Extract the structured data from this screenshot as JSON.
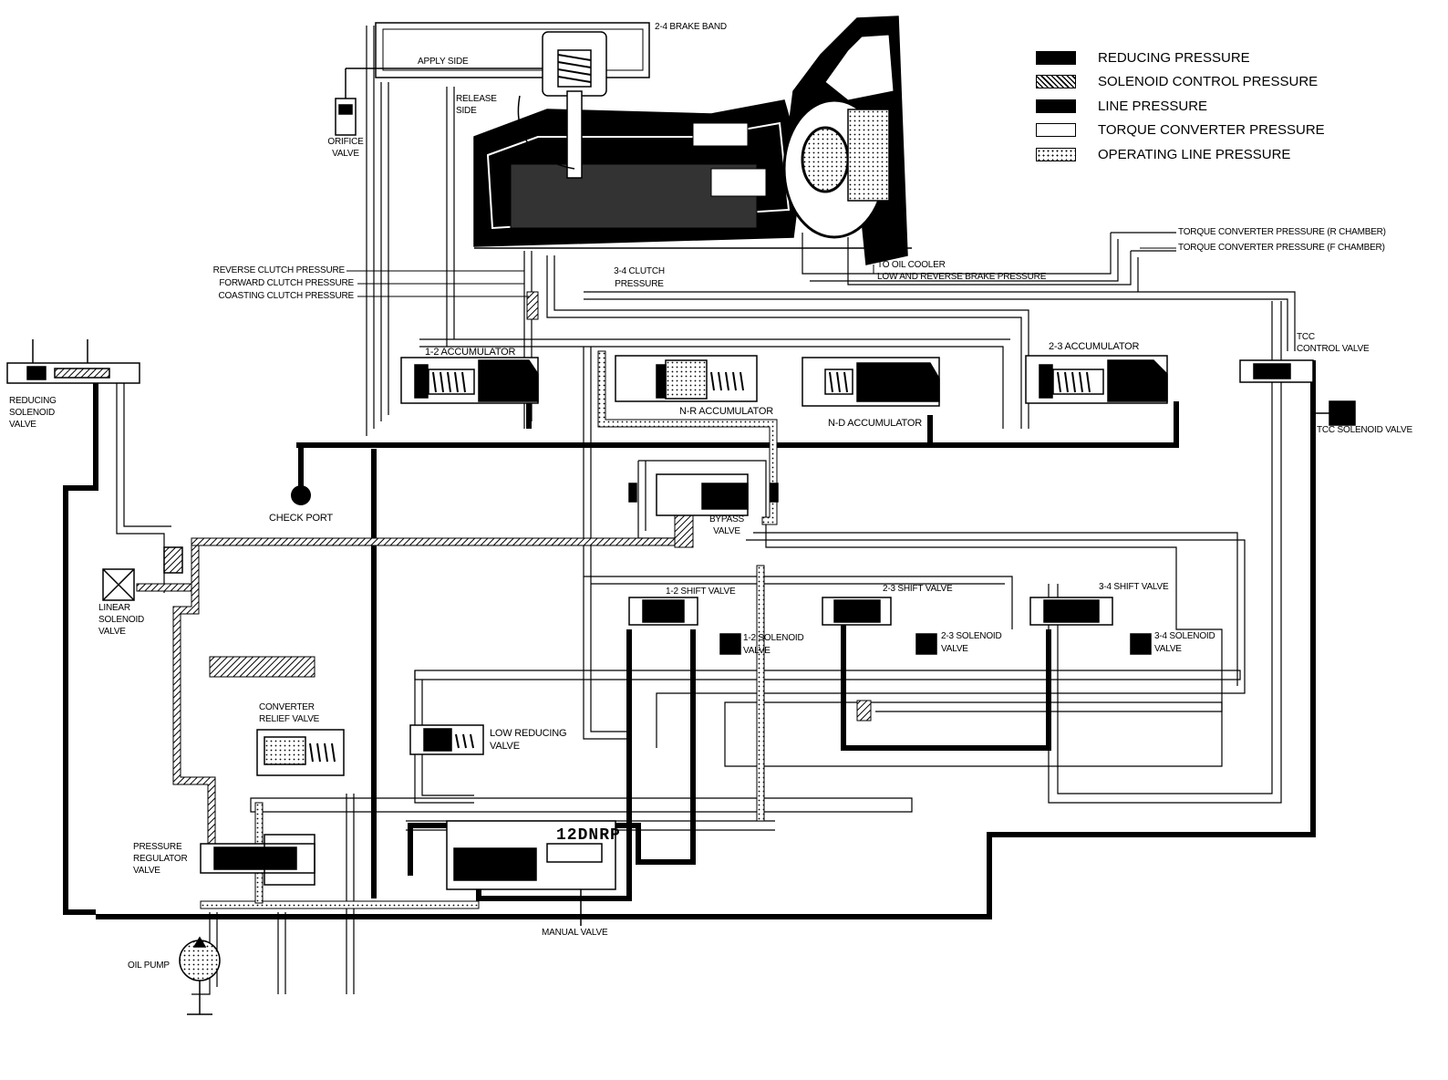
{
  "legend": [
    {
      "label": "REDUCING PRESSURE",
      "pattern": "solid-black"
    },
    {
      "label": "SOLENOID CONTROL PRESSURE",
      "pattern": "hatched"
    },
    {
      "label": "LINE PRESSURE",
      "pattern": "solid-black"
    },
    {
      "label": "TORQUE CONVERTER PRESSURE",
      "pattern": "white"
    },
    {
      "label": "OPERATING LINE PRESSURE",
      "pattern": "dotted"
    }
  ],
  "labels": {
    "brake_band": "2-4 BRAKE BAND",
    "apply_side": "APPLY SIDE",
    "release_side_1": "RELEASE",
    "release_side_2": "SIDE",
    "orifice_valve_1": "ORIFICE",
    "orifice_valve_2": "VALVE",
    "reverse_clutch": "REVERSE CLUTCH PRESSURE",
    "forward_clutch": "FORWARD CLUTCH PRESSURE",
    "coasting_clutch": "COASTING CLUTCH PRESSURE",
    "clutch34_1": "3-4 CLUTCH",
    "clutch34_2": "PRESSURE",
    "to_oil_cooler": "TO OIL COOLER",
    "low_reverse_brake": "LOW AND REVERSE BRAKE PRESSURE",
    "tc_r_chamber": "TORQUE CONVERTER PRESSURE (R CHAMBER)",
    "tc_f_chamber": "TORQUE CONVERTER PRESSURE (F CHAMBER)",
    "tcc_control_1": "TCC",
    "tcc_control_2": "CONTROL VALVE",
    "tcc_solenoid": "TCC SOLENOID VALVE",
    "reducing_solenoid_1": "REDUCING",
    "reducing_solenoid_2": "SOLENOID",
    "reducing_solenoid_3": "VALVE",
    "accum_12": "1-2 ACCUMULATOR",
    "accum_nr": "N-R ACCUMULATOR",
    "accum_nd": "N-D ACCUMULATOR",
    "accum_23": "2-3 ACCUMULATOR",
    "check_port": "CHECK PORT",
    "bypass_1": "BYPASS",
    "bypass_2": "VALVE",
    "linear_solenoid_1": "LINEAR",
    "linear_solenoid_2": "SOLENOID",
    "linear_solenoid_3": "VALVE",
    "shift_12": "1-2 SHIFT VALVE",
    "shift_23": "2-3 SHIFT VALVE",
    "shift_34": "3-4 SHIFT VALVE",
    "sol_12_1": "1-2 SOLENOID",
    "sol_12_2": "VALVE",
    "sol_23_1": "2-3 SOLENOID",
    "sol_23_2": "VALVE",
    "sol_34_1": "3-4 SOLENOID",
    "sol_34_2": "VALVE",
    "converter_relief_1": "CONVERTER",
    "converter_relief_2": "RELIEF VALVE",
    "low_reducing_1": "LOW REDUCING",
    "low_reducing_2": "VALVE",
    "pressure_reg_1": "PRESSURE",
    "pressure_reg_2": "REGULATOR",
    "pressure_reg_3": "VALVE",
    "manual_valve": "MANUAL VALVE",
    "oil_pump": "OIL PUMP",
    "gear_positions": "12DNRP"
  }
}
